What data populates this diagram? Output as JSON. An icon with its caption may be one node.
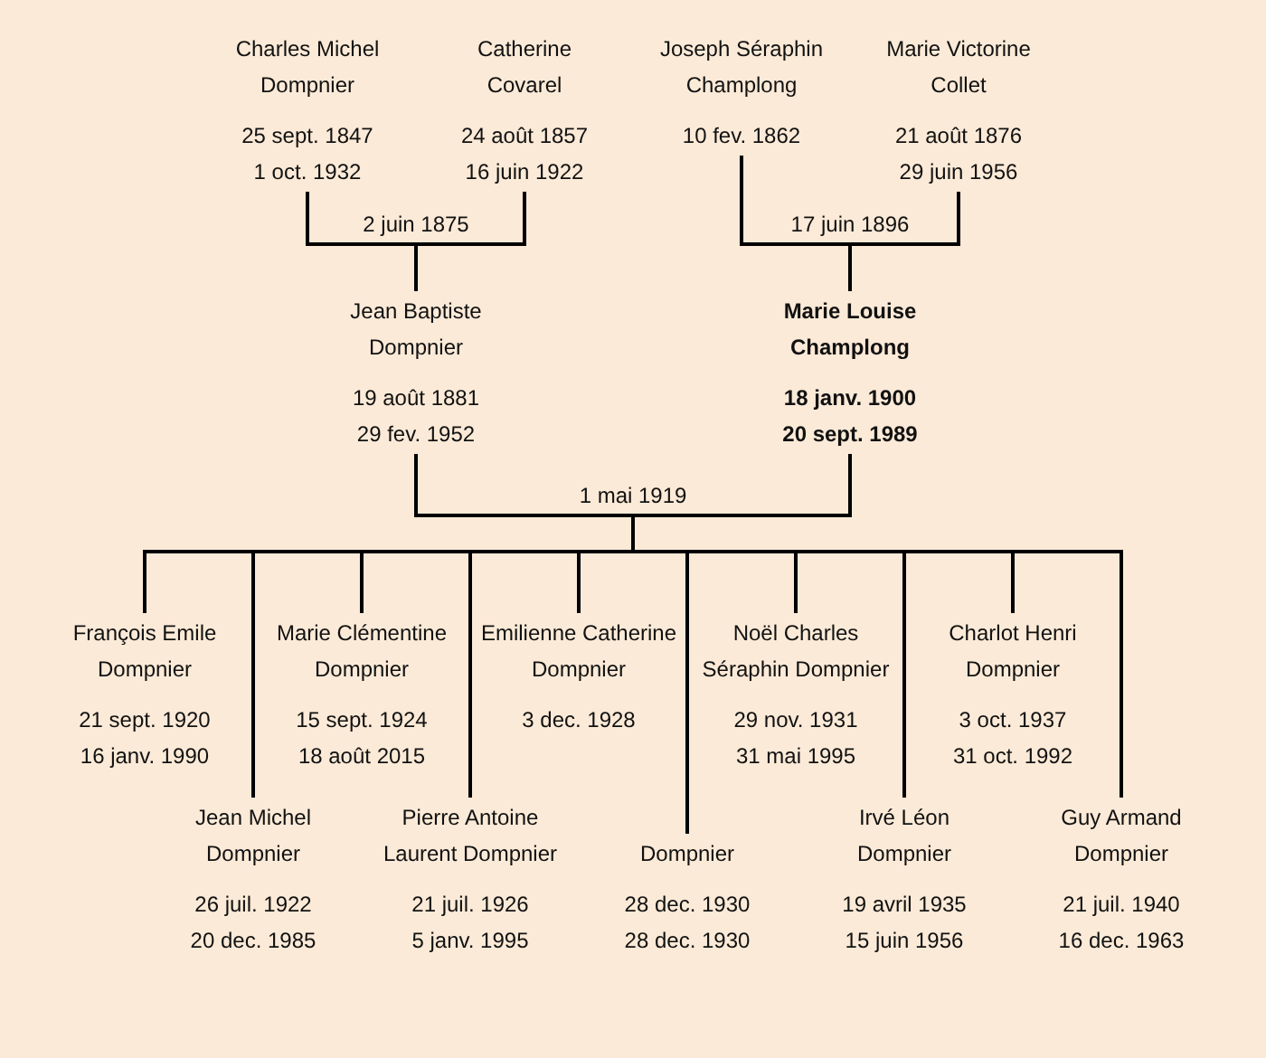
{
  "diagram": {
    "nodes": [
      {
        "text": [
          "Charles Michel Dompnier",
          "25 sept. 1847",
          "1 oct. 1932"
        ]
      },
      {
        "text": [
          "Catherine Covarel",
          "24 août 1857",
          "16 juin 1922"
        ]
      },
      {
        "text": [
          "Joseph Séraphin Champlong",
          "10 fev. 1862"
        ]
      },
      {
        "text": [
          "Marie Victorine Collet",
          "21 août 1876",
          "29 juin 1956"
        ]
      },
      {
        "text": [
          "Jean Baptiste Dompnier",
          "19 août 1881",
          "29 fev. 1952"
        ]
      },
      {
        "text": [
          "Marie Louise Champlong",
          "18 janv. 1900",
          "20 sept. 1989"
        ]
      },
      {
        "text": [
          "François Emile Dompnier",
          "21 sept. 1920",
          "16 janv. 1990"
        ]
      },
      {
        "text": [
          "Marie Clémentine Dompnier",
          "15 sept. 1924",
          "18 août 2015"
        ]
      },
      {
        "text": [
          "Emilienne Catherine Dompnier",
          "3 dec. 1928"
        ]
      },
      {
        "text": [
          "Noël Charles Séraphin Dompnier",
          "29 nov. 1931",
          "31 mai 1995"
        ]
      },
      {
        "text": [
          "Charlot Henri Dompnier",
          "3 oct. 1937",
          "31 oct. 1992"
        ]
      },
      {
        "text": [
          "Jean Michel Dompnier",
          "26 juil. 1922",
          "20 dec. 1985"
        ]
      },
      {
        "text": [
          "Pierre Antoine Laurent Dompnier",
          "21 juil. 1926",
          "5 janv. 1995"
        ]
      },
      {
        "text": [
          "Dompnier",
          "28 dec. 1930",
          "28 dec. 1930"
        ]
      },
      {
        "text": [
          "Irvé Léon Dompnier",
          "19 avril 1935",
          "15 juin 1956"
        ]
      },
      {
        "text": [
          "Guy Armand Dompnier",
          "21 juil. 1940",
          "16 dec. 1963"
        ]
      }
    ],
    "edges": [
      {
        "from": 0,
        "to": 4,
        "arrow": "none",
        "label": "2 juin 1875"
      },
      {
        "from": 1,
        "to": 4,
        "arrow": "none"
      },
      {
        "from": 2,
        "to": 5,
        "arrow": "none",
        "label": "17 juin 1896"
      },
      {
        "from": 3,
        "to": 5,
        "arrow": "none"
      },
      {
        "from": 4,
        "to": 6,
        "arrow": "none",
        "label": "1 mai 1919"
      },
      {
        "from": 5,
        "to": 6,
        "arrow": "none"
      },
      {
        "from": 4,
        "to": 7,
        "arrow": "none"
      },
      {
        "from": 5,
        "to": 7,
        "arrow": "none"
      },
      {
        "from": 4,
        "to": 8,
        "arrow": "none"
      },
      {
        "from": 5,
        "to": 8,
        "arrow": "none"
      },
      {
        "from": 4,
        "to": 9,
        "arrow": "none"
      },
      {
        "from": 5,
        "to": 9,
        "arrow": "none"
      },
      {
        "from": 4,
        "to": 10,
        "arrow": "none"
      },
      {
        "from": 5,
        "to": 10,
        "arrow": "none"
      },
      {
        "from": 4,
        "to": 11,
        "arrow": "none"
      },
      {
        "from": 5,
        "to": 11,
        "arrow": "none"
      },
      {
        "from": 4,
        "to": 12,
        "arrow": "none"
      },
      {
        "from": 5,
        "to": 12,
        "arrow": "none"
      },
      {
        "from": 4,
        "to": 13,
        "arrow": "none"
      },
      {
        "from": 5,
        "to": 13,
        "arrow": "none"
      },
      {
        "from": 4,
        "to": 14,
        "arrow": "none"
      },
      {
        "from": 5,
        "to": 14,
        "arrow": "none"
      },
      {
        "from": 4,
        "to": 15,
        "arrow": "none"
      },
      {
        "from": 5,
        "to": 15,
        "arrow": "none"
      }
    ]
  }
}
